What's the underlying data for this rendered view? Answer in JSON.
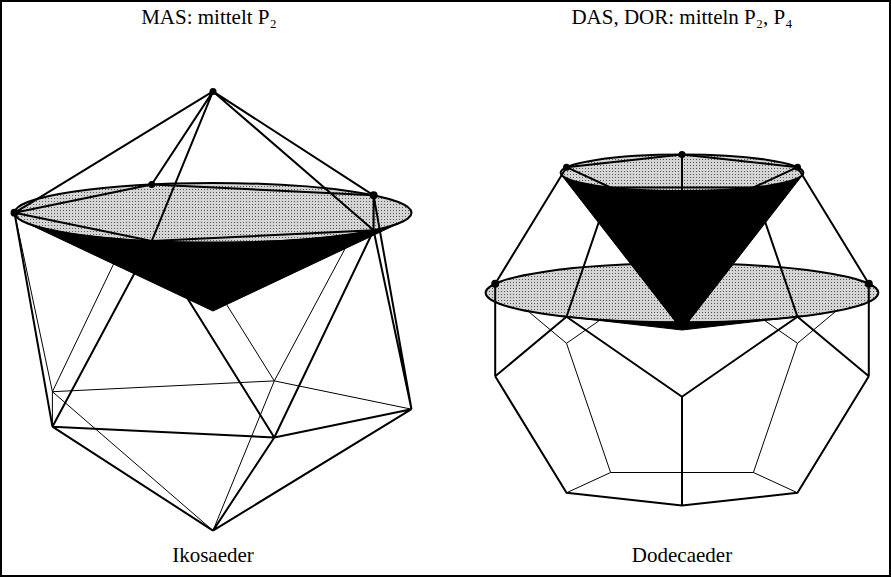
{
  "diagram": {
    "labels": [
      "MAS: mittelt P₂",
      "DAS, DOR: mitteln P₂, P₄",
      "Ikosaeder",
      "Dodecaeder"
    ]
  }
}
